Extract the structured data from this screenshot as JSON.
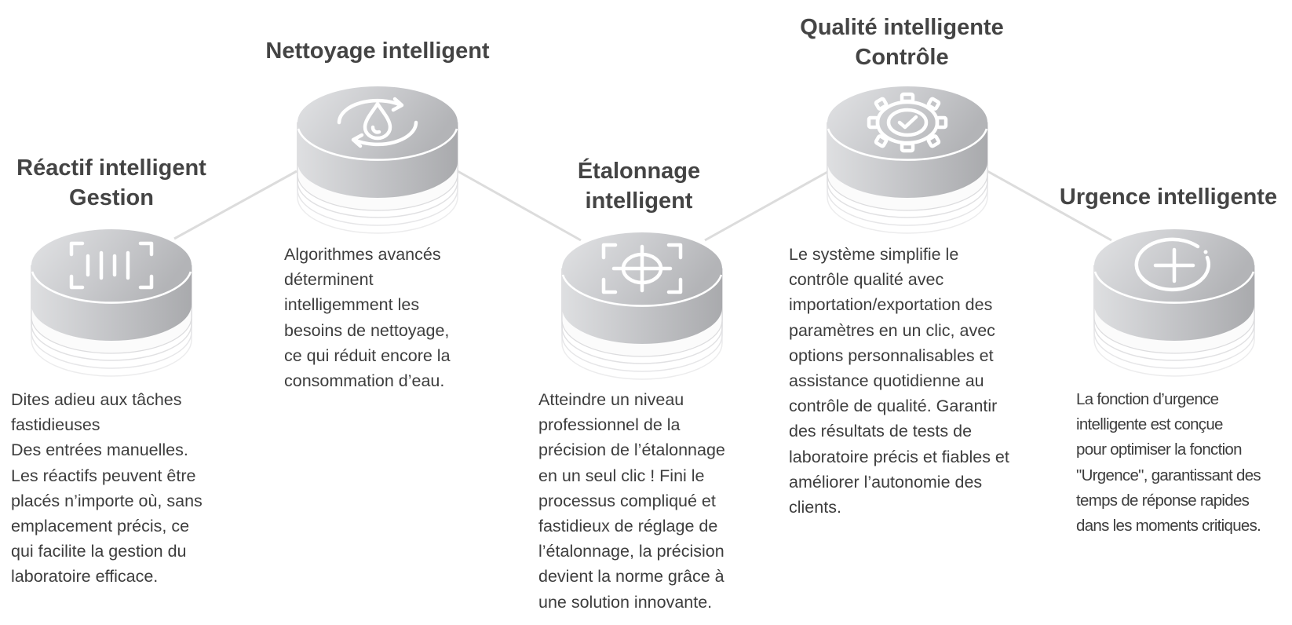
{
  "features": [
    {
      "id": "reagent",
      "title": "Réactif intelligent\nGestion",
      "icon": "barcode-scan-icon",
      "description": "Dites adieu aux tâches\nfastidieuses\nDes entrées manuelles.\nLes réactifs peuvent être\nplacés n’importe où, sans\nemplacement précis, ce\nqui facilite la gestion du\nlaboratoire efficace."
    },
    {
      "id": "cleaning",
      "title": "Nettoyage intelligent",
      "icon": "water-drop-cycle-icon",
      "description": "Algorithmes avancés\ndéterminent\nintelligemment les\nbesoins de nettoyage,\nce qui réduit encore la\nconsommation d’eau."
    },
    {
      "id": "calibration",
      "title": "Étalonnage\nintelligent",
      "icon": "crosshair-target-icon",
      "description": "Atteindre un niveau\nprofessionnel de la\nprécision de l’étalonnage\nen un seul clic ! Fini le\nprocessus compliqué et\nfastidieux de réglage de\nl’étalonnage, la précision\ndevient la norme grâce à\nune solution innovante."
    },
    {
      "id": "quality",
      "title": "Qualité intelligente\nContrôle",
      "icon": "gear-check-icon",
      "description": "Le système simplifie le\ncontrôle qualité avec\nimportation/exportation des\nparamètres en un clic, avec\noptions personnalisables et\nassistance quotidienne au\ncontrôle de qualité. Garantir\ndes résultats de tests de\nlaboratoire précis et fiables et\naméliorer l’autonomie des\nclients."
    },
    {
      "id": "emergency",
      "title": "Urgence intelligente",
      "icon": "plus-circle-icon",
      "description": "La fonction d’urgence\nintelligente est conçue\npour optimiser la fonction\n\"Urgence\", garantissant des\ntemps de réponse rapides\ndans les moments critiques."
    }
  ]
}
